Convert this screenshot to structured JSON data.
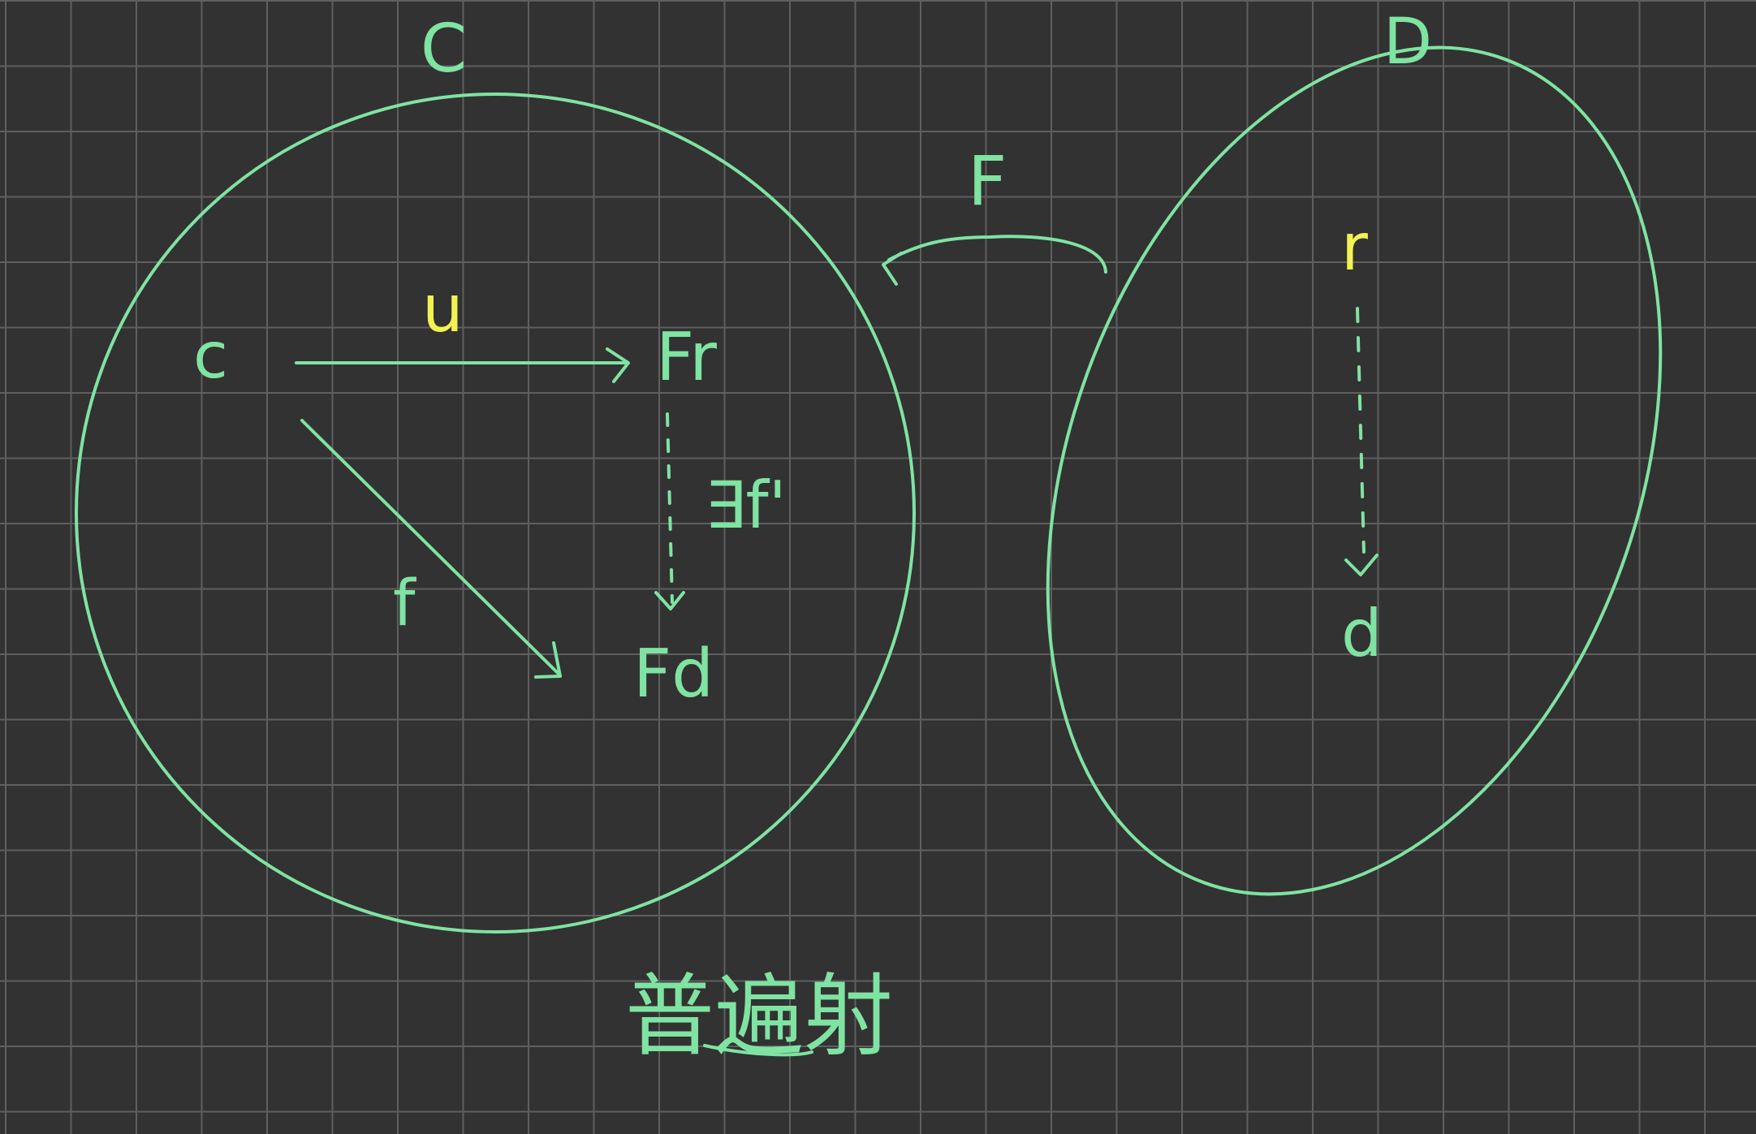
{
  "colors": {
    "background": "#323232",
    "grid": "#5f5f5f",
    "ink": "#7fe3a2",
    "highlight": "#f2f252"
  },
  "categories": {
    "left": "C",
    "right": "D"
  },
  "functor": {
    "label": "F"
  },
  "left_objects": {
    "c": "c",
    "Fr": "Fr",
    "Fd": "Fd"
  },
  "left_morphisms": {
    "u": "u",
    "f": "f",
    "exists_unique_f": "∃f'"
  },
  "right_objects": {
    "r": "r",
    "d": "d"
  },
  "caption": "普遍射"
}
